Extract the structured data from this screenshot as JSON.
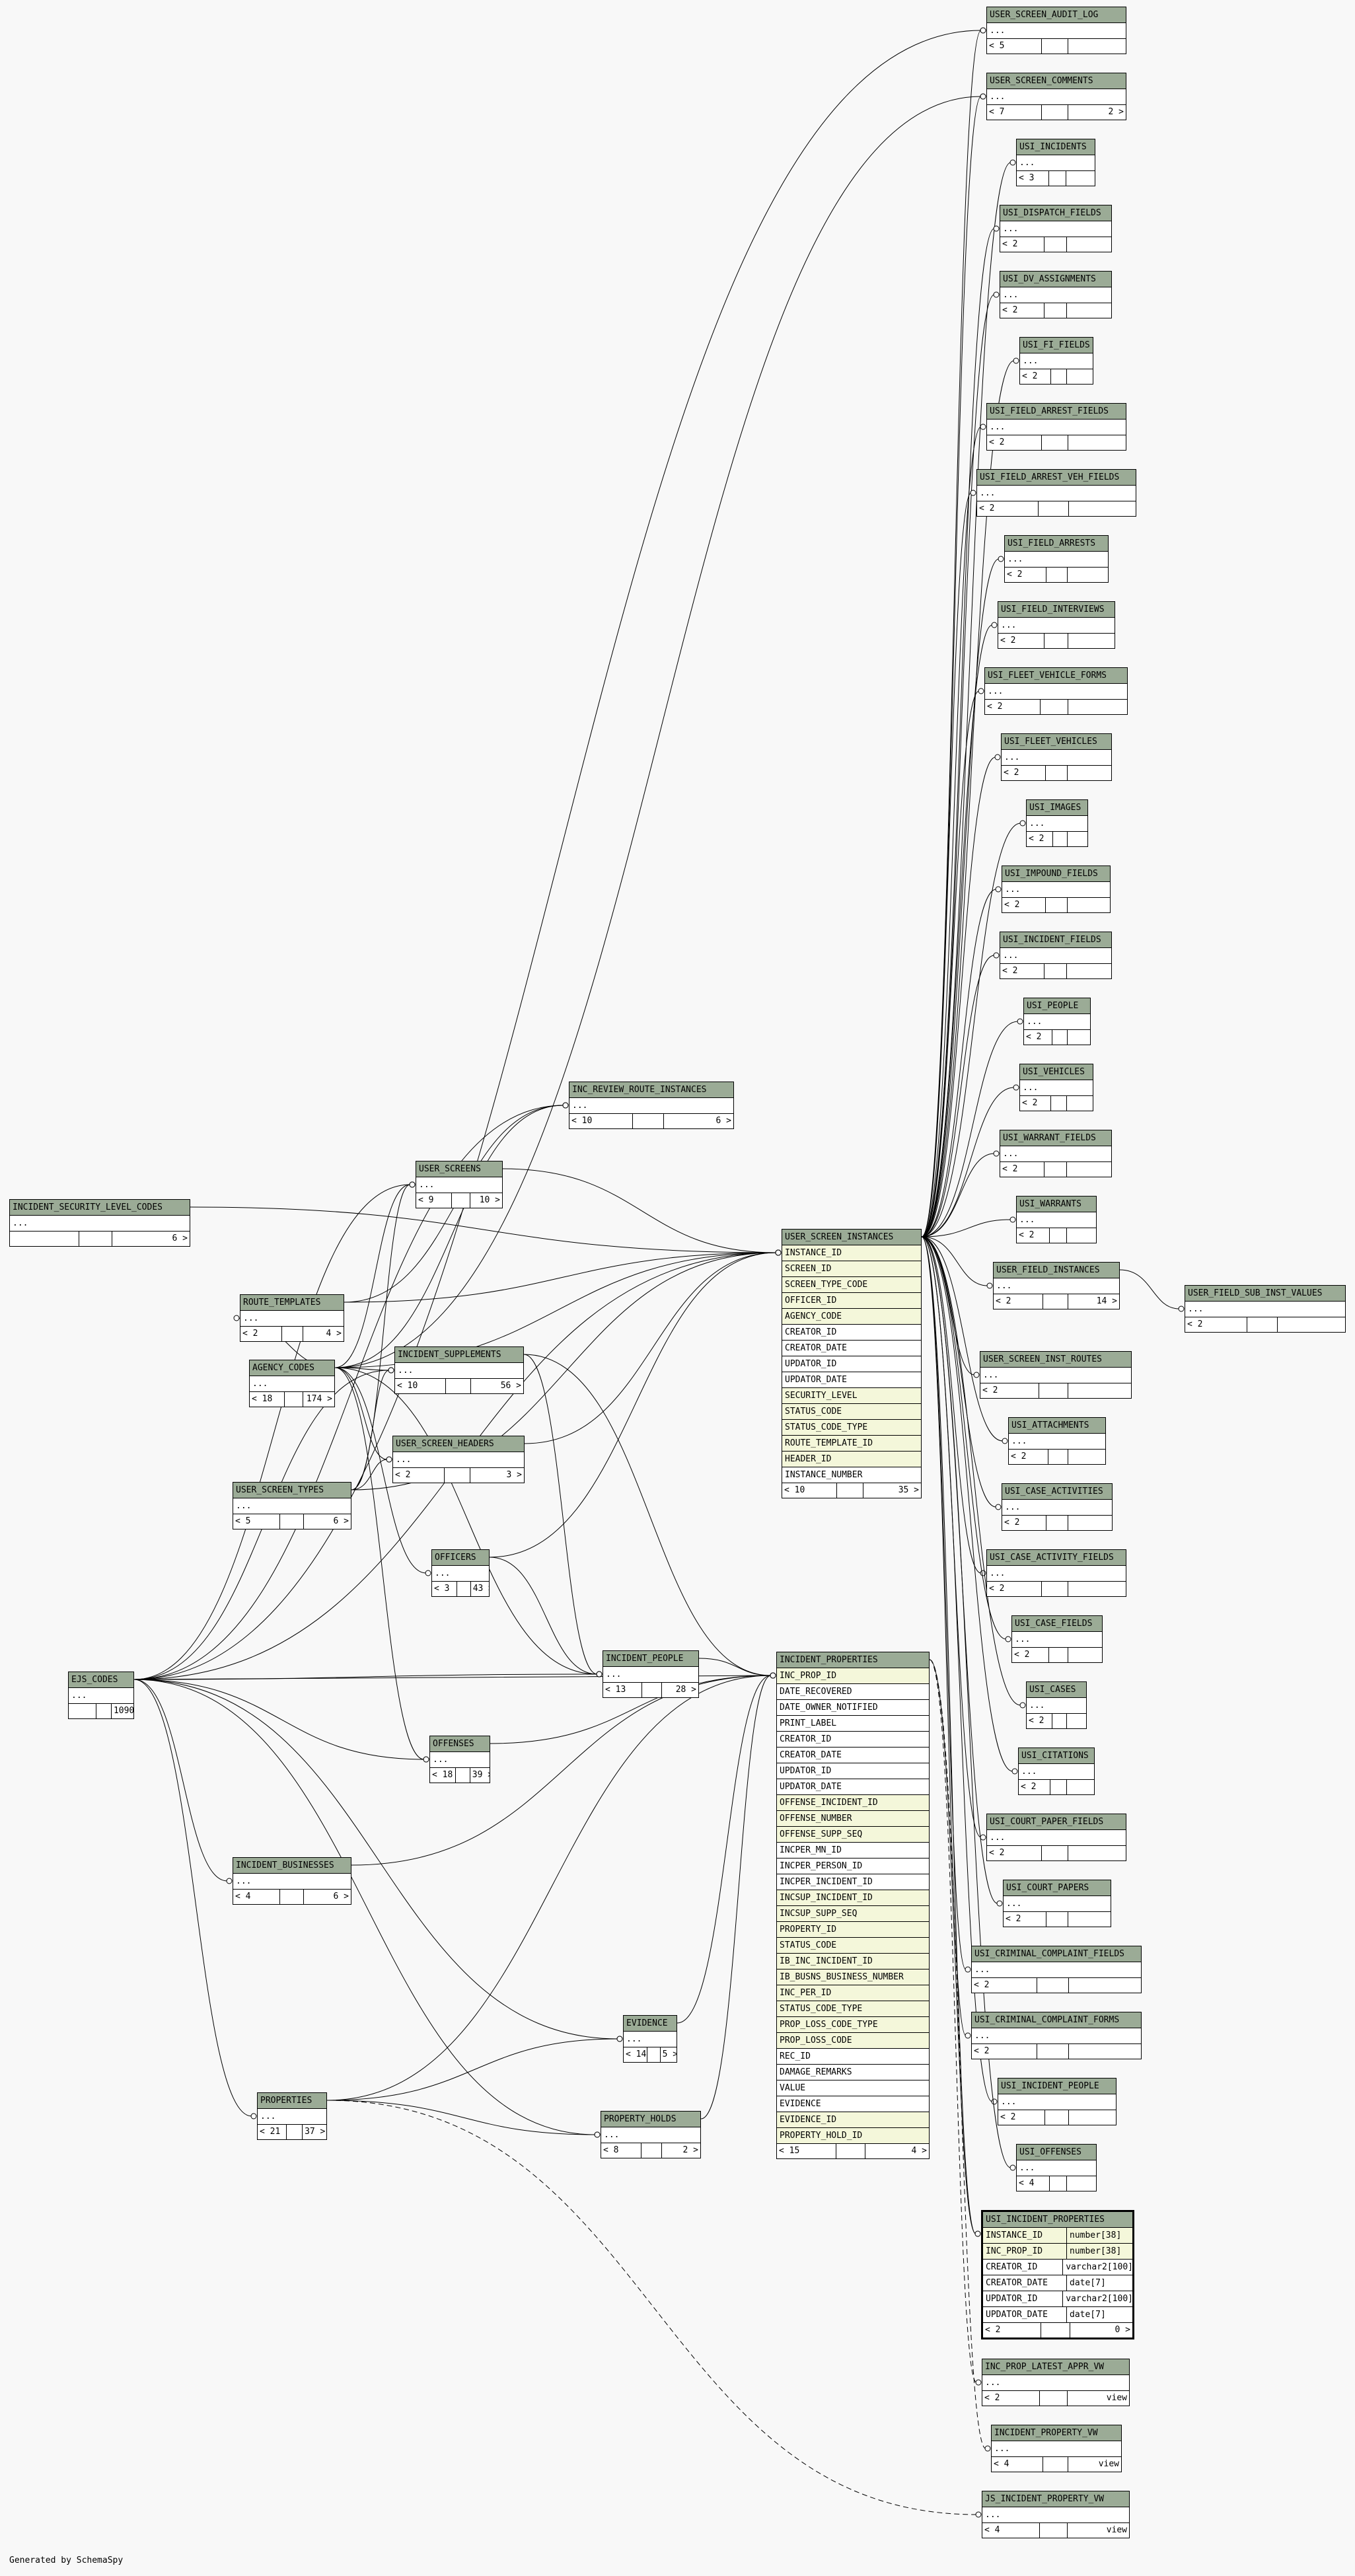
{
  "footer": "Generated by SchemaSpy",
  "tables": {
    "user_screen_audit_log": {
      "name": "USER_SCREEN_AUDIT_LOG",
      "ellipsis": "...",
      "f1": "< 5",
      "f2": "",
      "f3": ""
    },
    "user_screen_comments": {
      "name": "USER_SCREEN_COMMENTS",
      "ellipsis": "...",
      "f1": "< 7",
      "f2": "",
      "f3": "2 >"
    },
    "usi_incidents": {
      "name": "USI_INCIDENTS",
      "ellipsis": "...",
      "f1": "< 3",
      "f2": "",
      "f3": ""
    },
    "usi_dispatch_fields": {
      "name": "USI_DISPATCH_FIELDS",
      "ellipsis": "...",
      "f1": "< 2",
      "f2": "",
      "f3": ""
    },
    "usi_dv_assignments": {
      "name": "USI_DV_ASSIGNMENTS",
      "ellipsis": "...",
      "f1": "< 2",
      "f2": "",
      "f3": ""
    },
    "usi_fi_fields": {
      "name": "USI_FI_FIELDS",
      "ellipsis": "...",
      "f1": "< 2",
      "f2": "",
      "f3": ""
    },
    "usi_field_arrest_fields": {
      "name": "USI_FIELD_ARREST_FIELDS",
      "ellipsis": "...",
      "f1": "< 2",
      "f2": "",
      "f3": ""
    },
    "usi_field_arrest_veh_fields": {
      "name": "USI_FIELD_ARREST_VEH_FIELDS",
      "ellipsis": "...",
      "f1": "< 2",
      "f2": "",
      "f3": ""
    },
    "usi_field_arrests": {
      "name": "USI_FIELD_ARRESTS",
      "ellipsis": "...",
      "f1": "< 2",
      "f2": "",
      "f3": ""
    },
    "usi_field_interviews": {
      "name": "USI_FIELD_INTERVIEWS",
      "ellipsis": "...",
      "f1": "< 2",
      "f2": "",
      "f3": ""
    },
    "usi_fleet_vehicle_forms": {
      "name": "USI_FLEET_VEHICLE_FORMS",
      "ellipsis": "...",
      "f1": "< 2",
      "f2": "",
      "f3": ""
    },
    "usi_fleet_vehicles": {
      "name": "USI_FLEET_VEHICLES",
      "ellipsis": "...",
      "f1": "< 2",
      "f2": "",
      "f3": ""
    },
    "usi_images": {
      "name": "USI_IMAGES",
      "ellipsis": "...",
      "f1": "< 2",
      "f2": "",
      "f3": ""
    },
    "usi_impound_fields": {
      "name": "USI_IMPOUND_FIELDS",
      "ellipsis": "...",
      "f1": "< 2",
      "f2": "",
      "f3": ""
    },
    "usi_incident_fields": {
      "name": "USI_INCIDENT_FIELDS",
      "ellipsis": "...",
      "f1": "< 2",
      "f2": "",
      "f3": ""
    },
    "usi_people": {
      "name": "USI_PEOPLE",
      "ellipsis": "...",
      "f1": "< 2",
      "f2": "",
      "f3": ""
    },
    "usi_vehicles": {
      "name": "USI_VEHICLES",
      "ellipsis": "...",
      "f1": "< 2",
      "f2": "",
      "f3": ""
    },
    "usi_warrant_fields": {
      "name": "USI_WARRANT_FIELDS",
      "ellipsis": "...",
      "f1": "< 2",
      "f2": "",
      "f3": ""
    },
    "usi_warrants": {
      "name": "USI_WARRANTS",
      "ellipsis": "...",
      "f1": "< 2",
      "f2": "",
      "f3": ""
    },
    "user_field_instances": {
      "name": "USER_FIELD_INSTANCES",
      "ellipsis": "...",
      "f1": "< 2",
      "f2": "",
      "f3": "14 >"
    },
    "user_field_sub_inst_values": {
      "name": "USER_FIELD_SUB_INST_VALUES",
      "ellipsis": "...",
      "f1": "< 2",
      "f2": "",
      "f3": ""
    },
    "user_screen_inst_routes": {
      "name": "USER_SCREEN_INST_ROUTES",
      "ellipsis": "...",
      "f1": "< 2",
      "f2": "",
      "f3": ""
    },
    "usi_attachments": {
      "name": "USI_ATTACHMENTS",
      "ellipsis": "...",
      "f1": "< 2",
      "f2": "",
      "f3": ""
    },
    "usi_case_activities": {
      "name": "USI_CASE_ACTIVITIES",
      "ellipsis": "...",
      "f1": "< 2",
      "f2": "",
      "f3": ""
    },
    "usi_case_activity_fields": {
      "name": "USI_CASE_ACTIVITY_FIELDS",
      "ellipsis": "...",
      "f1": "< 2",
      "f2": "",
      "f3": ""
    },
    "usi_case_fields": {
      "name": "USI_CASE_FIELDS",
      "ellipsis": "...",
      "f1": "< 2",
      "f2": "",
      "f3": ""
    },
    "usi_cases": {
      "name": "USI_CASES",
      "ellipsis": "...",
      "f1": "< 2",
      "f2": "",
      "f3": ""
    },
    "usi_citations": {
      "name": "USI_CITATIONS",
      "ellipsis": "...",
      "f1": "< 2",
      "f2": "",
      "f3": ""
    },
    "usi_court_paper_fields": {
      "name": "USI_COURT_PAPER_FIELDS",
      "ellipsis": "...",
      "f1": "< 2",
      "f2": "",
      "f3": ""
    },
    "usi_court_papers": {
      "name": "USI_COURT_PAPERS",
      "ellipsis": "...",
      "f1": "< 2",
      "f2": "",
      "f3": ""
    },
    "usi_criminal_complaint_fields": {
      "name": "USI_CRIMINAL_COMPLAINT_FIELDS",
      "ellipsis": "...",
      "f1": "< 2",
      "f2": "",
      "f3": ""
    },
    "usi_criminal_complaint_forms": {
      "name": "USI_CRIMINAL_COMPLAINT_FORMS",
      "ellipsis": "...",
      "f1": "< 2",
      "f2": "",
      "f3": ""
    },
    "usi_incident_people": {
      "name": "USI_INCIDENT_PEOPLE",
      "ellipsis": "...",
      "f1": "< 2",
      "f2": "",
      "f3": ""
    },
    "usi_offenses": {
      "name": "USI_OFFENSES",
      "ellipsis": "...",
      "f1": "< 4",
      "f2": "",
      "f3": ""
    },
    "inc_prop_latest_appr_vw": {
      "name": "INC_PROP_LATEST_APPR_VW",
      "ellipsis": "...",
      "f1": "< 2",
      "f2": "",
      "f3": "view"
    },
    "incident_property_vw": {
      "name": "INCIDENT_PROPERTY_VW",
      "ellipsis": "...",
      "f1": "< 4",
      "f2": "",
      "f3": "view"
    },
    "js_incident_property_vw": {
      "name": "JS_INCIDENT_PROPERTY_VW",
      "ellipsis": "...",
      "f1": "< 4",
      "f2": "",
      "f3": "view"
    },
    "inc_review_route_instances": {
      "name": "INC_REVIEW_ROUTE_INSTANCES",
      "ellipsis": "...",
      "f1": "< 10",
      "f2": "",
      "f3": "6 >"
    },
    "user_screens": {
      "name": "USER_SCREENS",
      "ellipsis": "...",
      "f1": "< 9",
      "f2": "",
      "f3": "10 >"
    },
    "incident_security_level_codes": {
      "name": "INCIDENT_SECURITY_LEVEL_CODES",
      "ellipsis": "...",
      "f1": "",
      "f2": "",
      "f3": "6 >"
    },
    "route_templates": {
      "name": "ROUTE_TEMPLATES",
      "ellipsis": "...",
      "f1": "< 2",
      "f2": "",
      "f3": "4 >"
    },
    "agency_codes": {
      "name": "AGENCY_CODES",
      "ellipsis": "...",
      "f1": "< 18",
      "f2": "",
      "f3": "174 >"
    },
    "incident_supplements": {
      "name": "INCIDENT_SUPPLEMENTS",
      "ellipsis": "...",
      "f1": "< 10",
      "f2": "",
      "f3": "56 >"
    },
    "user_screen_headers": {
      "name": "USER_SCREEN_HEADERS",
      "ellipsis": "...",
      "f1": "< 2",
      "f2": "",
      "f3": "3 >"
    },
    "user_screen_types": {
      "name": "USER_SCREEN_TYPES",
      "ellipsis": "...",
      "f1": "< 5",
      "f2": "",
      "f3": "6 >"
    },
    "officers": {
      "name": "OFFICERS",
      "ellipsis": "...",
      "f1": "< 3",
      "f2": "",
      "f3": "43 >"
    },
    "ejs_codes": {
      "name": "EJS_CODES",
      "ellipsis": "...",
      "f1": "",
      "f2": "",
      "f3": "1090 >"
    },
    "incident_people": {
      "name": "INCIDENT_PEOPLE",
      "ellipsis": "...",
      "f1": "< 13",
      "f2": "",
      "f3": "28 >"
    },
    "offenses": {
      "name": "OFFENSES",
      "ellipsis": "...",
      "f1": "< 18",
      "f2": "",
      "f3": "39 >"
    },
    "incident_businesses": {
      "name": "INCIDENT_BUSINESSES",
      "ellipsis": "...",
      "f1": "< 4",
      "f2": "",
      "f3": "6 >"
    },
    "evidence": {
      "name": "EVIDENCE",
      "ellipsis": "...",
      "f1": "< 14",
      "f2": "",
      "f3": "5 >"
    },
    "properties": {
      "name": "PROPERTIES",
      "ellipsis": "...",
      "f1": "< 21",
      "f2": "",
      "f3": "37 >"
    },
    "property_holds": {
      "name": "PROPERTY_HOLDS",
      "ellipsis": "...",
      "f1": "< 8",
      "f2": "",
      "f3": "2 >"
    }
  },
  "user_screen_instances": {
    "name": "USER_SCREEN_INSTANCES",
    "columns": [
      "INSTANCE_ID",
      "SCREEN_ID",
      "SCREEN_TYPE_CODE",
      "OFFICER_ID",
      "AGENCY_CODE",
      "CREATOR_ID",
      "CREATOR_DATE",
      "UPDATOR_ID",
      "UPDATOR_DATE",
      "SECURITY_LEVEL",
      "STATUS_CODE",
      "STATUS_CODE_TYPE",
      "ROUTE_TEMPLATE_ID",
      "HEADER_ID",
      "INSTANCE_NUMBER"
    ],
    "keys": [
      0,
      1,
      2,
      3,
      4,
      9,
      10,
      11,
      12,
      13
    ],
    "f1": "< 10",
    "f2": "",
    "f3": "35 >"
  },
  "incident_properties": {
    "name": "INCIDENT_PROPERTIES",
    "columns": [
      "INC_PROP_ID",
      "DATE_RECOVERED",
      "DATE_OWNER_NOTIFIED",
      "PRINT_LABEL",
      "CREATOR_ID",
      "CREATOR_DATE",
      "UPDATOR_ID",
      "UPDATOR_DATE",
      "OFFENSE_INCIDENT_ID",
      "OFFENSE_NUMBER",
      "OFFENSE_SUPP_SEQ",
      "INCPER_MN_ID",
      "INCPER_PERSON_ID",
      "INCPER_INCIDENT_ID",
      "INCSUP_INCIDENT_ID",
      "INCSUP_SUPP_SEQ",
      "PROPERTY_ID",
      "STATUS_CODE",
      "IB_INC_INCIDENT_ID",
      "IB_BUSNS_BUSINESS_NUMBER",
      "INC_PER_ID",
      "STATUS_CODE_TYPE",
      "PROP_LOSS_CODE_TYPE",
      "PROP_LOSS_CODE",
      "REC_ID",
      "DAMAGE_REMARKS",
      "VALUE",
      "EVIDENCE",
      "EVIDENCE_ID",
      "PROPERTY_HOLD_ID"
    ],
    "keys": [
      0,
      8,
      9,
      10,
      14,
      15,
      16,
      17,
      18,
      19,
      20,
      21,
      22,
      23,
      28,
      29
    ],
    "f1": "< 15",
    "f2": "",
    "f3": "4 >"
  },
  "usi_incident_properties": {
    "name": "USI_INCIDENT_PROPERTIES",
    "rows": [
      {
        "col": "INSTANCE_ID",
        "type": "number[38]",
        "key": true
      },
      {
        "col": "INC_PROP_ID",
        "type": "number[38]",
        "key": true
      },
      {
        "col": "CREATOR_ID",
        "type": "varchar2[100]",
        "key": false
      },
      {
        "col": "CREATOR_DATE",
        "type": "date[7]",
        "key": false
      },
      {
        "col": "UPDATOR_ID",
        "type": "varchar2[100]",
        "key": false
      },
      {
        "col": "UPDATOR_DATE",
        "type": "date[7]",
        "key": false
      }
    ],
    "f1": "< 2",
    "f2": "",
    "f3": "0 >"
  }
}
